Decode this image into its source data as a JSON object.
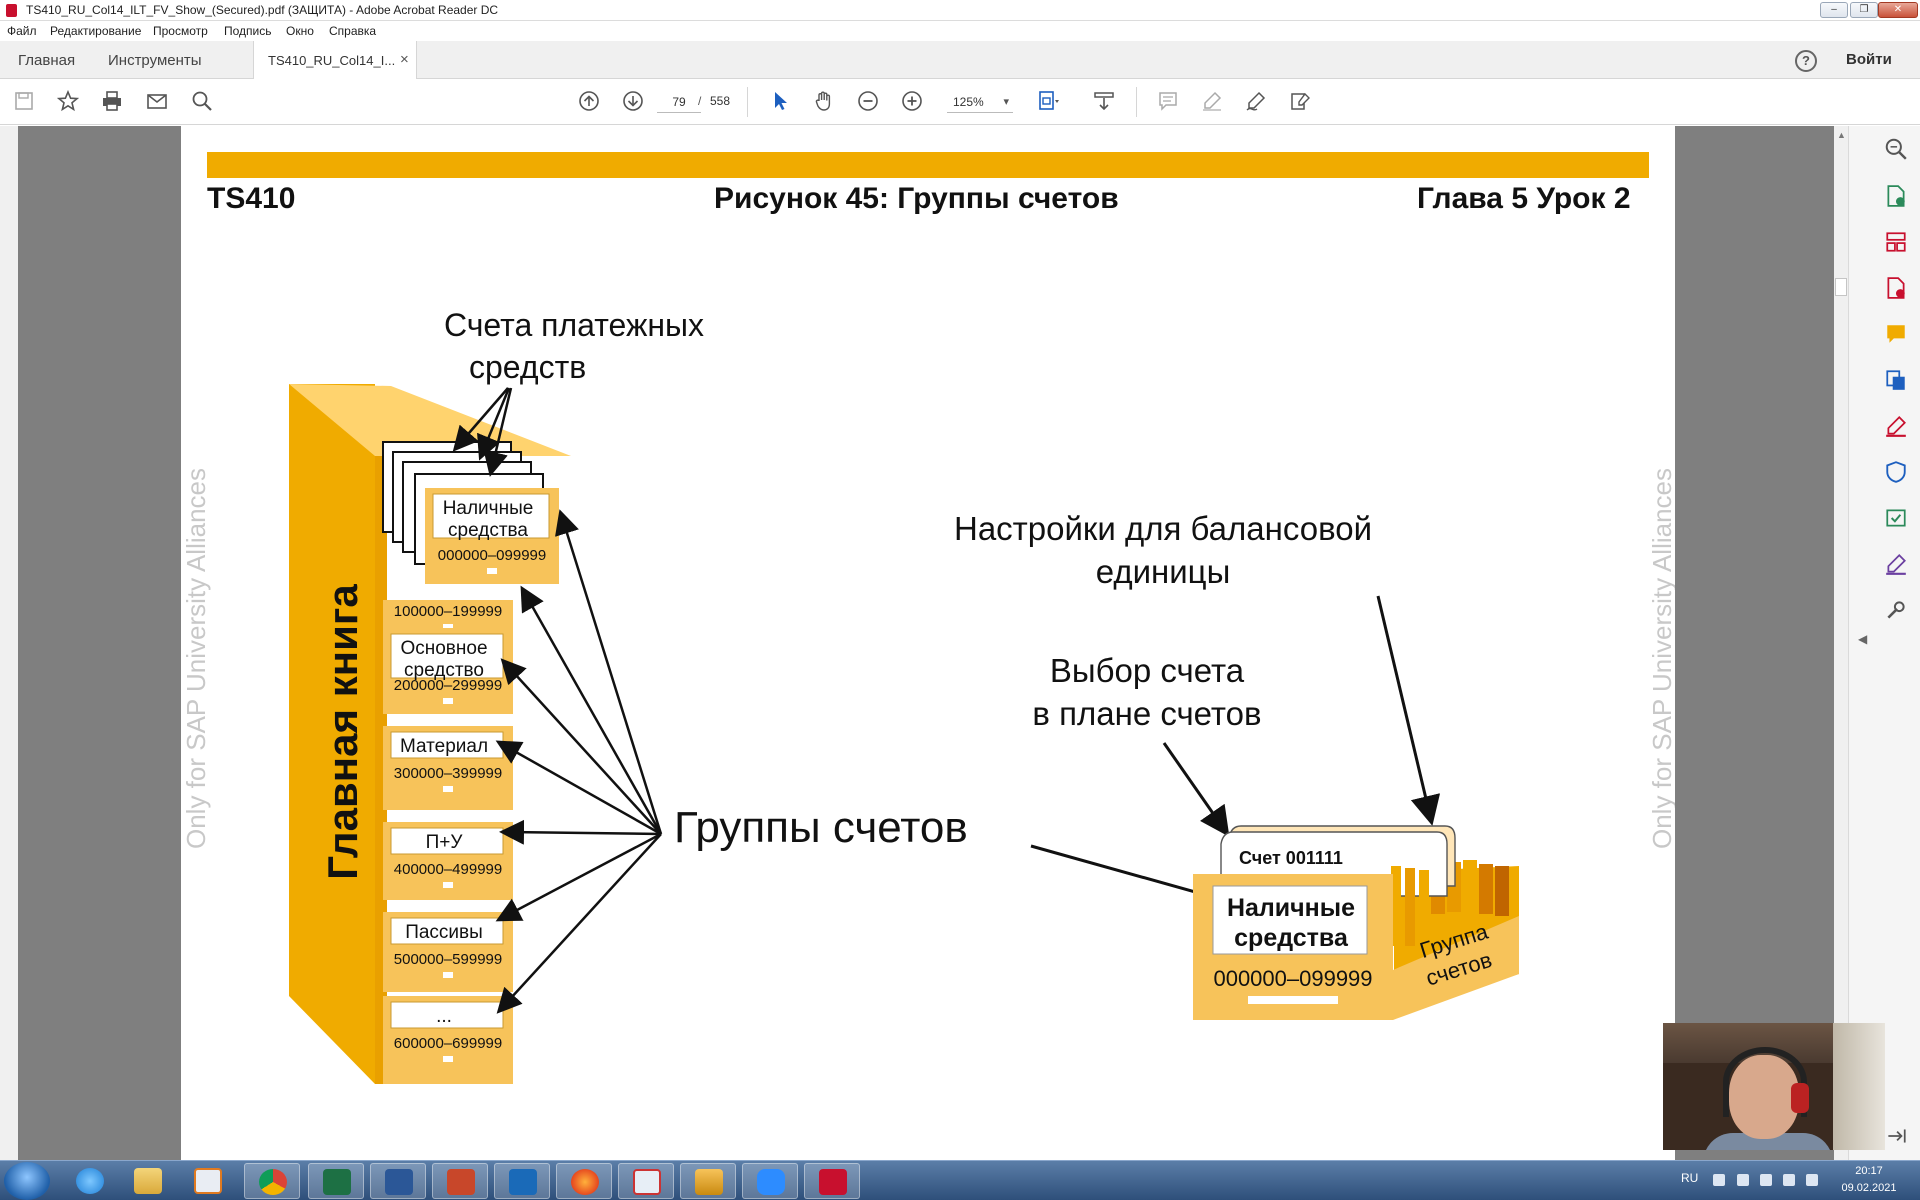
{
  "window": {
    "title": "TS410_RU_Col14_ILT_FV_Show_(Secured).pdf (ЗАЩИТА) - Adobe Acrobat Reader DC"
  },
  "menu": [
    "Файл",
    "Редактирование",
    "Просмотр",
    "Подпись",
    "Окно",
    "Справка"
  ],
  "tabs": {
    "home": "Главная",
    "tools": "Инструменты",
    "document": "TS410_RU_Col14_I...",
    "close": "×",
    "help": "?",
    "signin": "Войти"
  },
  "toolbar": {
    "page_current": "79",
    "page_sep": "/",
    "page_total": "558",
    "zoom": "125%"
  },
  "pdf": {
    "header_left": "TS410",
    "header_center": "Рисунок 45: Группы счетов",
    "header_right": "Глава 5 Урок 2",
    "watermark": "Only for SAP University Alliances",
    "ledger_title": "Главная книга",
    "payment_accounts": [
      "Счета платежных",
      "средств"
    ],
    "account_groups_label": "Группы  счетов",
    "company_code_settings": [
      "Настройки для балансовой",
      "единицы"
    ],
    "coa_selection": [
      "Выбор счета",
      "в плане счетов"
    ],
    "ledger_rows": [
      {
        "name": [
          "Наличные",
          "средства"
        ],
        "range": "000000–099999"
      },
      {
        "name": [],
        "range": "100000–199999"
      },
      {
        "name": [
          "Основное",
          "средство"
        ],
        "range": "200000–299999"
      },
      {
        "name": [
          "Материал"
        ],
        "range": "300000–399999"
      },
      {
        "name": [
          "П+У"
        ],
        "range": "400000–499999"
      },
      {
        "name": [
          "Пассивы"
        ],
        "range": "500000–599999"
      },
      {
        "name": [
          "..."
        ],
        "range": "600000–699999"
      }
    ],
    "card": {
      "account": "Счет 001111",
      "name": [
        "Наличные",
        "средства"
      ],
      "range": "000000–099999",
      "group_tab": [
        "Группа",
        "счетов"
      ]
    }
  },
  "taskbar": {
    "lang": "RU",
    "time": "20:17",
    "date": "09.02.2021"
  },
  "colors": {
    "accent_bar": "#f0ab00",
    "folder": "#f7c35a",
    "folder_dark": "#f0ab00",
    "folder_light": "#ffe0a0"
  }
}
